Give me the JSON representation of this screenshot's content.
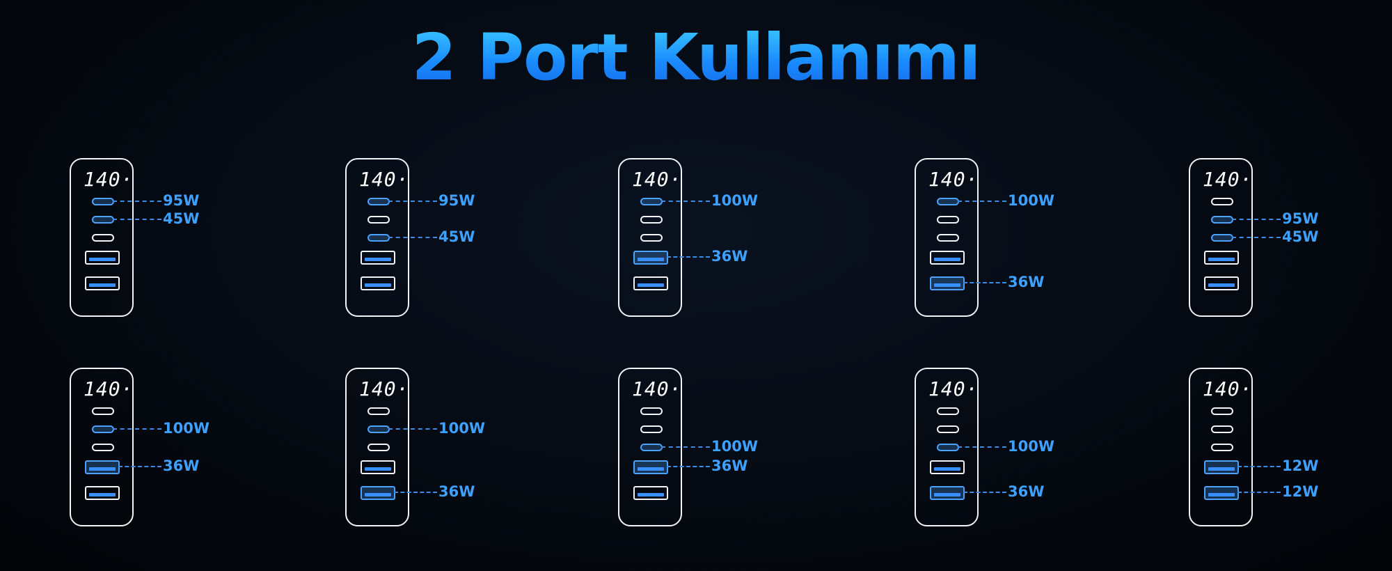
{
  "title": "2 Port Kullanımı",
  "display_text": "140·",
  "colors": {
    "accent": "#3ea1ff",
    "outline": "#f2f4f8",
    "background": "#050a12"
  },
  "configs": [
    {
      "labels": {
        "c1": "95W",
        "c2": "45W"
      }
    },
    {
      "labels": {
        "c1": "95W",
        "c3": "45W"
      }
    },
    {
      "labels": {
        "c1": "100W",
        "a1": "36W"
      }
    },
    {
      "labels": {
        "c1": "100W",
        "a2": "36W"
      }
    },
    {
      "labels": {
        "c2": "95W",
        "c3": "45W"
      }
    },
    {
      "labels": {
        "c2": "100W",
        "a1": "36W"
      }
    },
    {
      "labels": {
        "c2": "100W",
        "a2": "36W"
      }
    },
    {
      "labels": {
        "c3": "100W",
        "a1": "36W"
      }
    },
    {
      "labels": {
        "c3": "100W",
        "a2": "36W"
      }
    },
    {
      "labels": {
        "a1": "12W",
        "a2": "12W"
      }
    }
  ]
}
